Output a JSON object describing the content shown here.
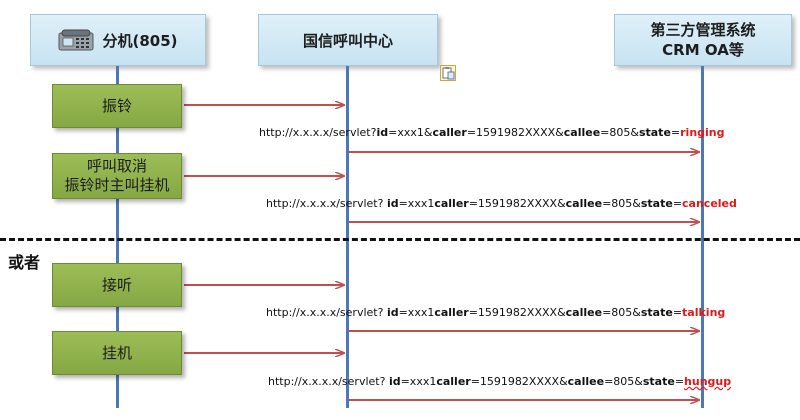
{
  "headers": {
    "extension": "分机(805)",
    "call_center": "国信呼叫中心",
    "crm_line1": "第三方管理系统",
    "crm_line2": "CRM OA等"
  },
  "events": {
    "ringing": "振铃",
    "cancel_line1": "呼叫取消",
    "cancel_line2": "振铃时主叫挂机",
    "answer": "接听",
    "hangup": "挂机"
  },
  "separator_label": "或者",
  "urls": [
    {
      "base": "http://x.x.x.x/servlet?",
      "id_key": "id",
      "id_val": "=xxx1&",
      "caller_key": "caller",
      "caller_val": "=1591982XXXX&",
      "callee_key": "callee",
      "callee_val": "=805&",
      "state_key": "state",
      "eq": "=",
      "state_value": "ringing"
    },
    {
      "base": "http://x.x.x.x/servlet? ",
      "id_key": "id",
      "id_val": "=xxx1",
      "caller_key": "caller",
      "caller_val": "=1591982XXXX&",
      "callee_key": "callee",
      "callee_val": "=805&",
      "state_key": "state",
      "eq": "=",
      "state_value": "canceled"
    },
    {
      "base": "http://x.x.x.x/servlet? ",
      "id_key": "id",
      "id_val": "=xxx1",
      "caller_key": "caller",
      "caller_val": "=1591982XXXX&",
      "callee_key": "callee",
      "callee_val": "=805&",
      "state_key": "state",
      "eq": "=",
      "state_value": "talking"
    },
    {
      "base": "http://x.x.x.x/servlet? ",
      "id_key": "id",
      "id_val": "=xxx1",
      "caller_key": "caller",
      "caller_val": "=1591982XXXX&",
      "callee_key": "callee",
      "callee_val": "=805&",
      "state_key": "state",
      "eq": "=",
      "state_value": "hungup"
    }
  ],
  "colors": {
    "lifeline": "#4d78b8",
    "arrow": "#c0504d",
    "event_fill": "#8fb04b",
    "header_fill": "#d2e9f5",
    "state_text": "#e01818"
  },
  "icons": [
    "telephone-icon",
    "clipboard-icon"
  ]
}
